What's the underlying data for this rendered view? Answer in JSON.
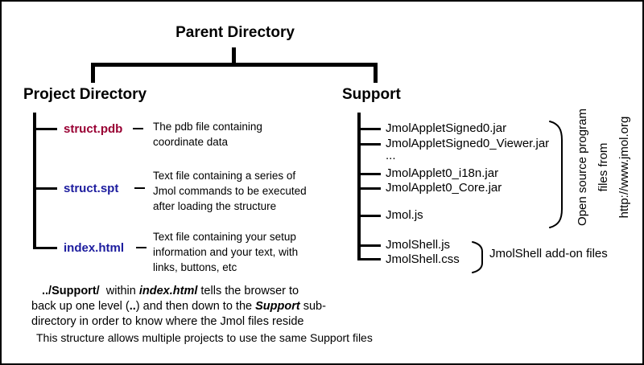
{
  "title": "Parent Directory",
  "left": {
    "heading": "Project Directory",
    "items": [
      {
        "name": "struct.pdb",
        "desc": "The pdb file containing\ncoordinate data"
      },
      {
        "name": "struct.spt",
        "desc": "Text file containing a series of\nJmol commands to be executed\nafter loading the structure"
      },
      {
        "name": "index.html",
        "desc": "Text file containing your setup\ninformation and your text, with\nlinks, buttons, etc"
      }
    ]
  },
  "right": {
    "heading": "Support",
    "files": [
      "JmolAppletSigned0.jar",
      "JmolAppletSigned0_Viewer.jar",
      "...",
      "JmolApplet0_i18n.jar",
      "JmolApplet0_Core.jar",
      "Jmol.js",
      "JmolShell.js",
      "JmolShell.css"
    ],
    "open_source_label": "Open source program\nfiles from\nhttp://www.jmol.org",
    "addon_label": "JmolShell add-on files"
  },
  "footnote": {
    "lines": [
      [
        {
          "text": "../Support/",
          "style": "bold"
        },
        {
          "text": "  within ",
          "style": ""
        },
        {
          "text": "index.html",
          "style": "bold-italic"
        },
        {
          "text": " tells the browser to",
          "style": ""
        }
      ],
      [
        {
          "text": "back up one level (",
          "style": ""
        },
        {
          "text": "..",
          "style": "bold"
        },
        {
          "text": ") and then down to the ",
          "style": ""
        },
        {
          "text": "Support",
          "style": "bold-italic"
        },
        {
          "text": " sub-",
          "style": ""
        }
      ],
      [
        {
          "text": "directory in order to know where the Jmol files reside",
          "style": ""
        }
      ]
    ]
  },
  "closing": "This structure allows multiple projects to use the same Support files",
  "colors": {
    "pdb_file": "#990033",
    "script_files": "#1c1c9e",
    "lines": "#000000",
    "background": "#ffffff"
  }
}
